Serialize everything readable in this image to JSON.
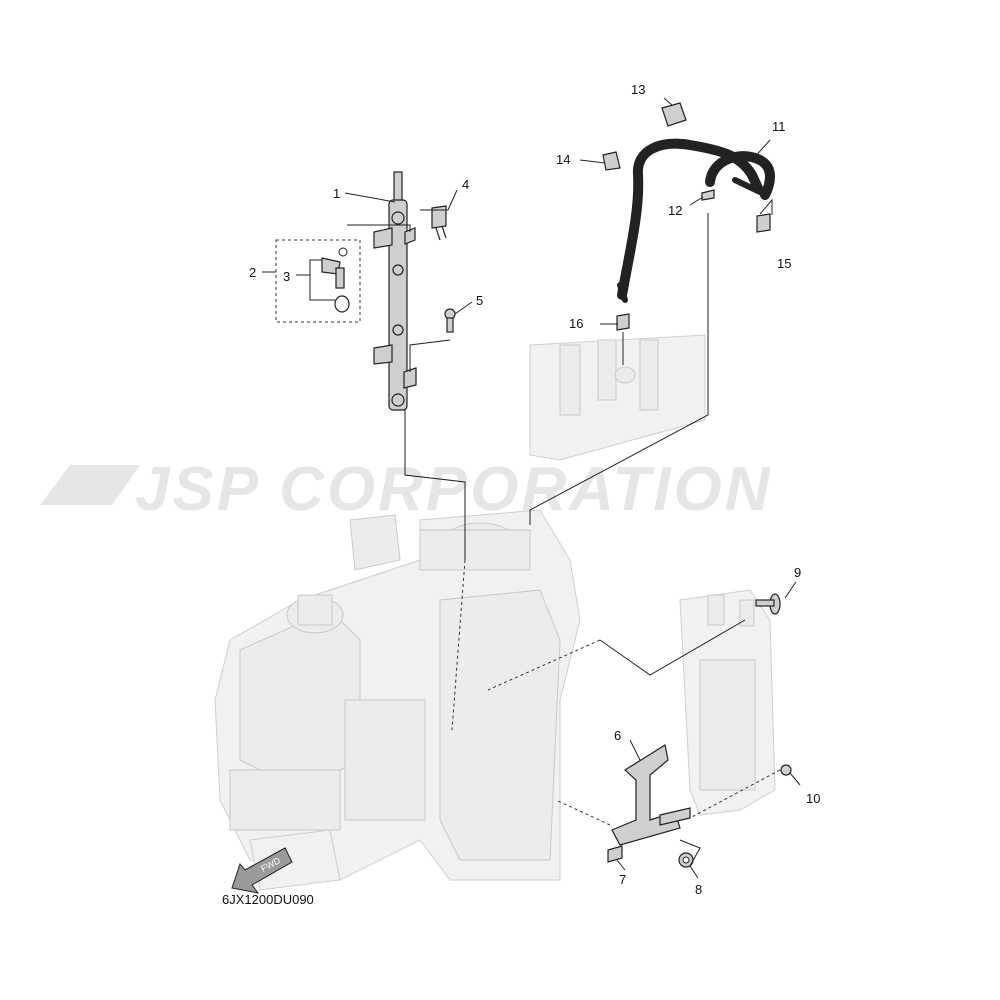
{
  "watermark": {
    "text": "JSP CORPORATION"
  },
  "diagram_code": "6JX1200DU090",
  "fwd_label": "FWD",
  "callouts": [
    {
      "id": "1",
      "label": "1"
    },
    {
      "id": "2",
      "label": "2"
    },
    {
      "id": "3",
      "label": "3"
    },
    {
      "id": "4",
      "label": "4"
    },
    {
      "id": "5",
      "label": "5"
    },
    {
      "id": "6",
      "label": "6"
    },
    {
      "id": "7",
      "label": "7"
    },
    {
      "id": "8",
      "label": "8"
    },
    {
      "id": "9",
      "label": "9"
    },
    {
      "id": "10",
      "label": "10"
    },
    {
      "id": "11",
      "label": "11"
    },
    {
      "id": "12",
      "label": "12"
    },
    {
      "id": "13",
      "label": "13"
    },
    {
      "id": "14",
      "label": "14"
    },
    {
      "id": "15",
      "label": "15"
    },
    {
      "id": "16",
      "label": "16"
    }
  ]
}
